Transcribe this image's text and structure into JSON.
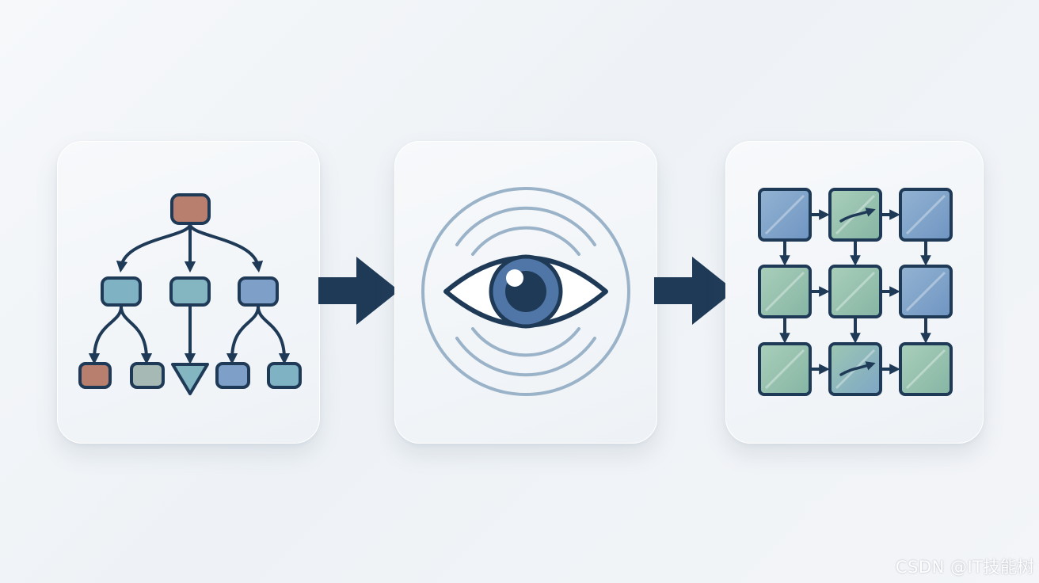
{
  "watermark": "CSDN @IT技能树",
  "panels": [
    {
      "id": "tree",
      "icon": "hierarchy-tree-icon"
    },
    {
      "id": "eye",
      "icon": "eye-icon"
    },
    {
      "id": "grid",
      "icon": "node-grid-icon"
    }
  ],
  "colors": {
    "outline": "#1f3a57",
    "terracotta": "#b87e6e",
    "teal": "#7fb3c3",
    "sage": "#a6b9b5",
    "steel_blue": "#7e9fc8",
    "mint": "#9bc3ad",
    "eye_iris": "#4f76a6",
    "rings": "#9bb3c8"
  }
}
